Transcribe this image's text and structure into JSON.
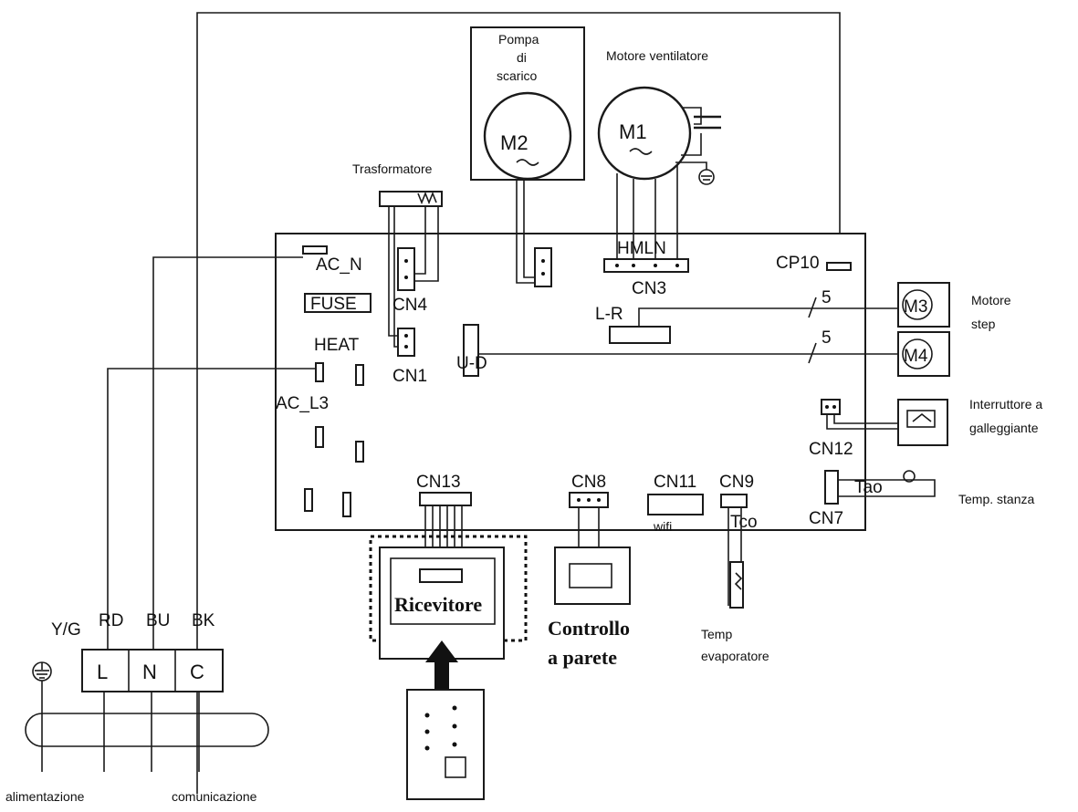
{
  "labels": {
    "pump_line1": "Pompa",
    "pump_line2": "di",
    "pump_line3": "scarico",
    "fan_motor": "Motore ventilatore",
    "transformer": "Trasformatore",
    "m1": "M1",
    "m2": "M2",
    "m3": "M3",
    "m4": "M4",
    "hmln": "HMLN",
    "cn3": "CN3",
    "cp10": "CP10",
    "ac_n": "AC_N",
    "fuse": "FUSE",
    "cn4": "CN4",
    "heat": "HEAT",
    "cn1": "CN1",
    "u_d": "U-D",
    "l_r": "L-R",
    "ac_l3": "AC_L3",
    "count_a": "5",
    "count_b": "5",
    "step_motor_line1": "Motore",
    "step_motor_line2": "step",
    "float_switch_line1": "Interruttore a",
    "float_switch_line2": "galleggiante",
    "cn12": "CN12",
    "tao": "Tao",
    "cn7": "CN7",
    "room_temp": "Temp. stanza",
    "cn13": "CN13",
    "cn8": "CN8",
    "cn11": "CN11",
    "cn9": "CN9",
    "wifi": "wifi",
    "tco": "Tco",
    "receiver": "Ricevitore",
    "wall_ctrl_line1": "Controllo",
    "wall_ctrl_line2": "a parete",
    "evap_temp_line1": "Temp",
    "evap_temp_line2": "evaporatore",
    "yg": "Y/G",
    "rd": "RD",
    "bu": "BU",
    "bk": "BK",
    "term_l": "L",
    "term_n": "N",
    "term_c": "C",
    "power_supply": "alimentazione",
    "communication": "comunicazione"
  },
  "icons": {
    "ground": "ground-icon",
    "capacitor": "capacitor-icon",
    "remote": "remote-control-icon",
    "arrow": "arrow-up-icon",
    "thermistor": "thermistor-icon"
  }
}
